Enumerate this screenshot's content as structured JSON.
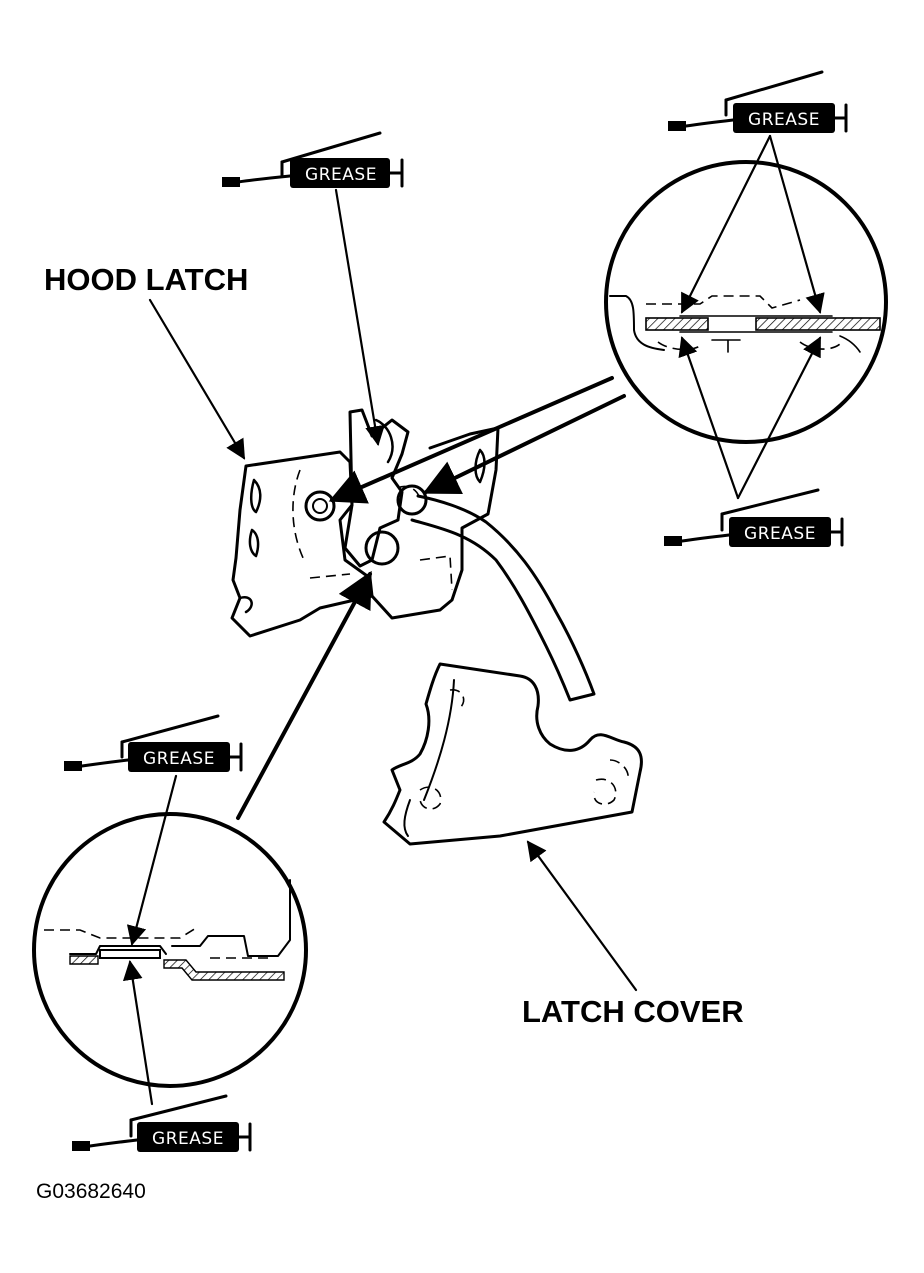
{
  "labels": {
    "hood_latch": "HOOD LATCH",
    "latch_cover": "LATCH COVER",
    "figure_id": "G03682640"
  },
  "grease_guns": [
    {
      "name": "grease-gun-top-center",
      "label": "GREASE"
    },
    {
      "name": "grease-gun-top-right",
      "label": "GREASE"
    },
    {
      "name": "grease-gun-right-middle",
      "label": "GREASE"
    },
    {
      "name": "grease-gun-left-middle",
      "label": "GREASE"
    },
    {
      "name": "grease-gun-bottom-left",
      "label": "GREASE"
    }
  ],
  "icons": {
    "grease_gun": "grease-gun-icon",
    "detail_circle": "magnifier-circle-icon",
    "arrow": "arrow-icon"
  },
  "colors": {
    "ink": "#000000",
    "paper": "#ffffff"
  }
}
